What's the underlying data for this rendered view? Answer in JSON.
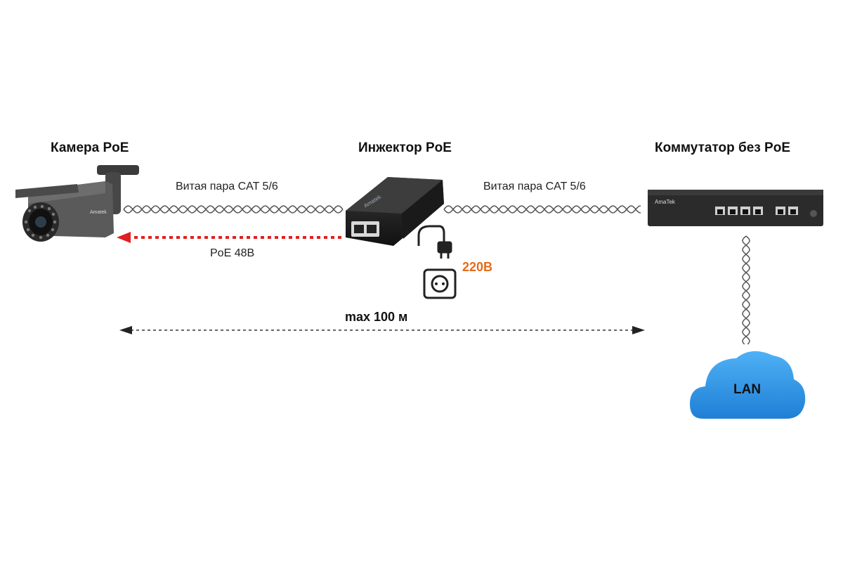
{
  "devices": {
    "camera": {
      "title": "Камера PoE",
      "brand": "Amatek"
    },
    "injector": {
      "title": "Инжектор PoE",
      "brand": "Amatek"
    },
    "switch": {
      "title": "Коммутатор без PoE",
      "brand": "AmaTek"
    }
  },
  "cables": {
    "left_label": "Витая пара CAT 5/6",
    "right_label": "Витая пара CAT 5/6"
  },
  "power": {
    "poe_label": "PoE 48В",
    "mains_label": "220В"
  },
  "distance": {
    "label": "max 100 м"
  },
  "network": {
    "label": "LAN"
  },
  "colors": {
    "poe_arrow": "#e02020",
    "voltage_text": "#e36c1c",
    "cloud": "#2c8fe0",
    "device_dark": "#2b2b2b"
  }
}
